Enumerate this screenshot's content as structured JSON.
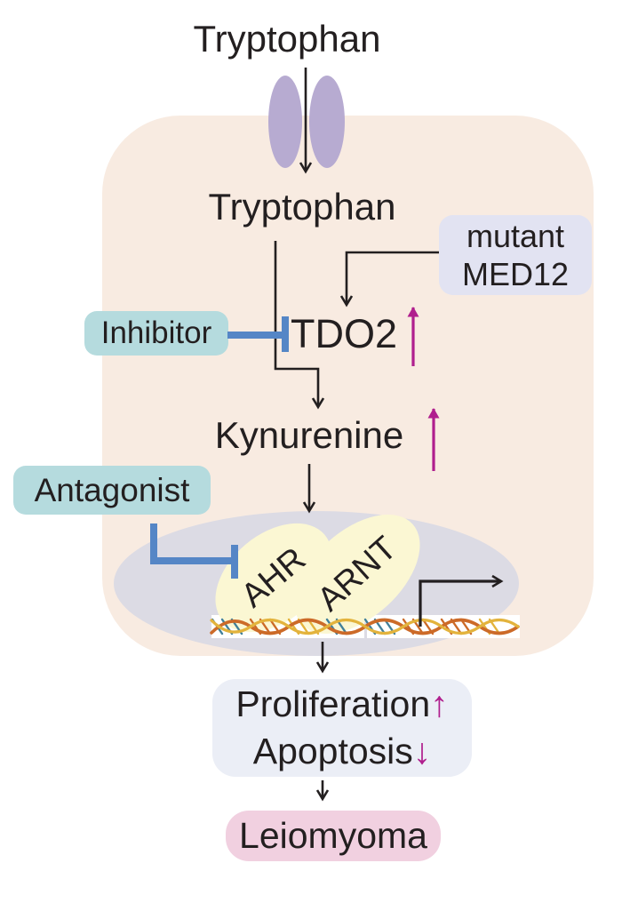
{
  "labels": {
    "tryptophan_out": "Tryptophan",
    "tryptophan_in": "Tryptophan",
    "tdo2": "TDO2",
    "kynurenine": "Kynurenine",
    "mutant_line1": "mutant",
    "mutant_line2": "MED12",
    "inhibitor": "Inhibitor",
    "antagonist": "Antagonist",
    "ahr": "AHR",
    "arnt": "ARNT",
    "proliferation": "Proliferation",
    "proliferation_change": "↑",
    "apoptosis": "Apoptosis",
    "apoptosis_change": "↓",
    "leiomyoma": "Leiomyoma"
  },
  "edges": [
    {
      "from": "Tryptophan (extracellular)",
      "to": "Tryptophan (intracellular)",
      "type": "membrane-transport"
    },
    {
      "from": "Tryptophan",
      "to": "Kynurenine",
      "type": "conversion",
      "via": "TDO2"
    },
    {
      "from": "mutant MED12",
      "to": "TDO2",
      "type": "activation"
    },
    {
      "from": "Inhibitor",
      "to": "TDO2 reaction",
      "type": "inhibition"
    },
    {
      "from": "TDO2",
      "change": "up"
    },
    {
      "from": "Kynurenine",
      "change": "up"
    },
    {
      "from": "Kynurenine",
      "to": "AHR/ARNT complex",
      "type": "activation"
    },
    {
      "from": "Antagonist",
      "to": "AHR/ARNT complex",
      "type": "inhibition"
    },
    {
      "from": "AHR/ARNT on DNA",
      "to": "transcription",
      "type": "transcription-start"
    },
    {
      "from": "transcription",
      "to": "Proliferation up / Apoptosis down",
      "type": "effect"
    },
    {
      "from": "Proliferation up / Apoptosis down",
      "to": "Leiomyoma",
      "type": "leads-to"
    }
  ],
  "colors": {
    "cell": "#f8ebe1",
    "nucleus": "#dcdbe4",
    "transporter": "#b7abd1",
    "teal_box": "#b5dbde",
    "lavender_box": "#e2e3f2",
    "outcome_box": "#ebeef6",
    "pink_box": "#f1d0e0",
    "complex_yellow": "#fbf7d3",
    "inhibition_blue": "#5586c6",
    "up_down_magenta": "#b01f8e",
    "arrow_black": "#231f20",
    "dna_orange": "#cc6a28",
    "dna_yellow": "#e3b33c",
    "dna_teal": "#41809a"
  }
}
